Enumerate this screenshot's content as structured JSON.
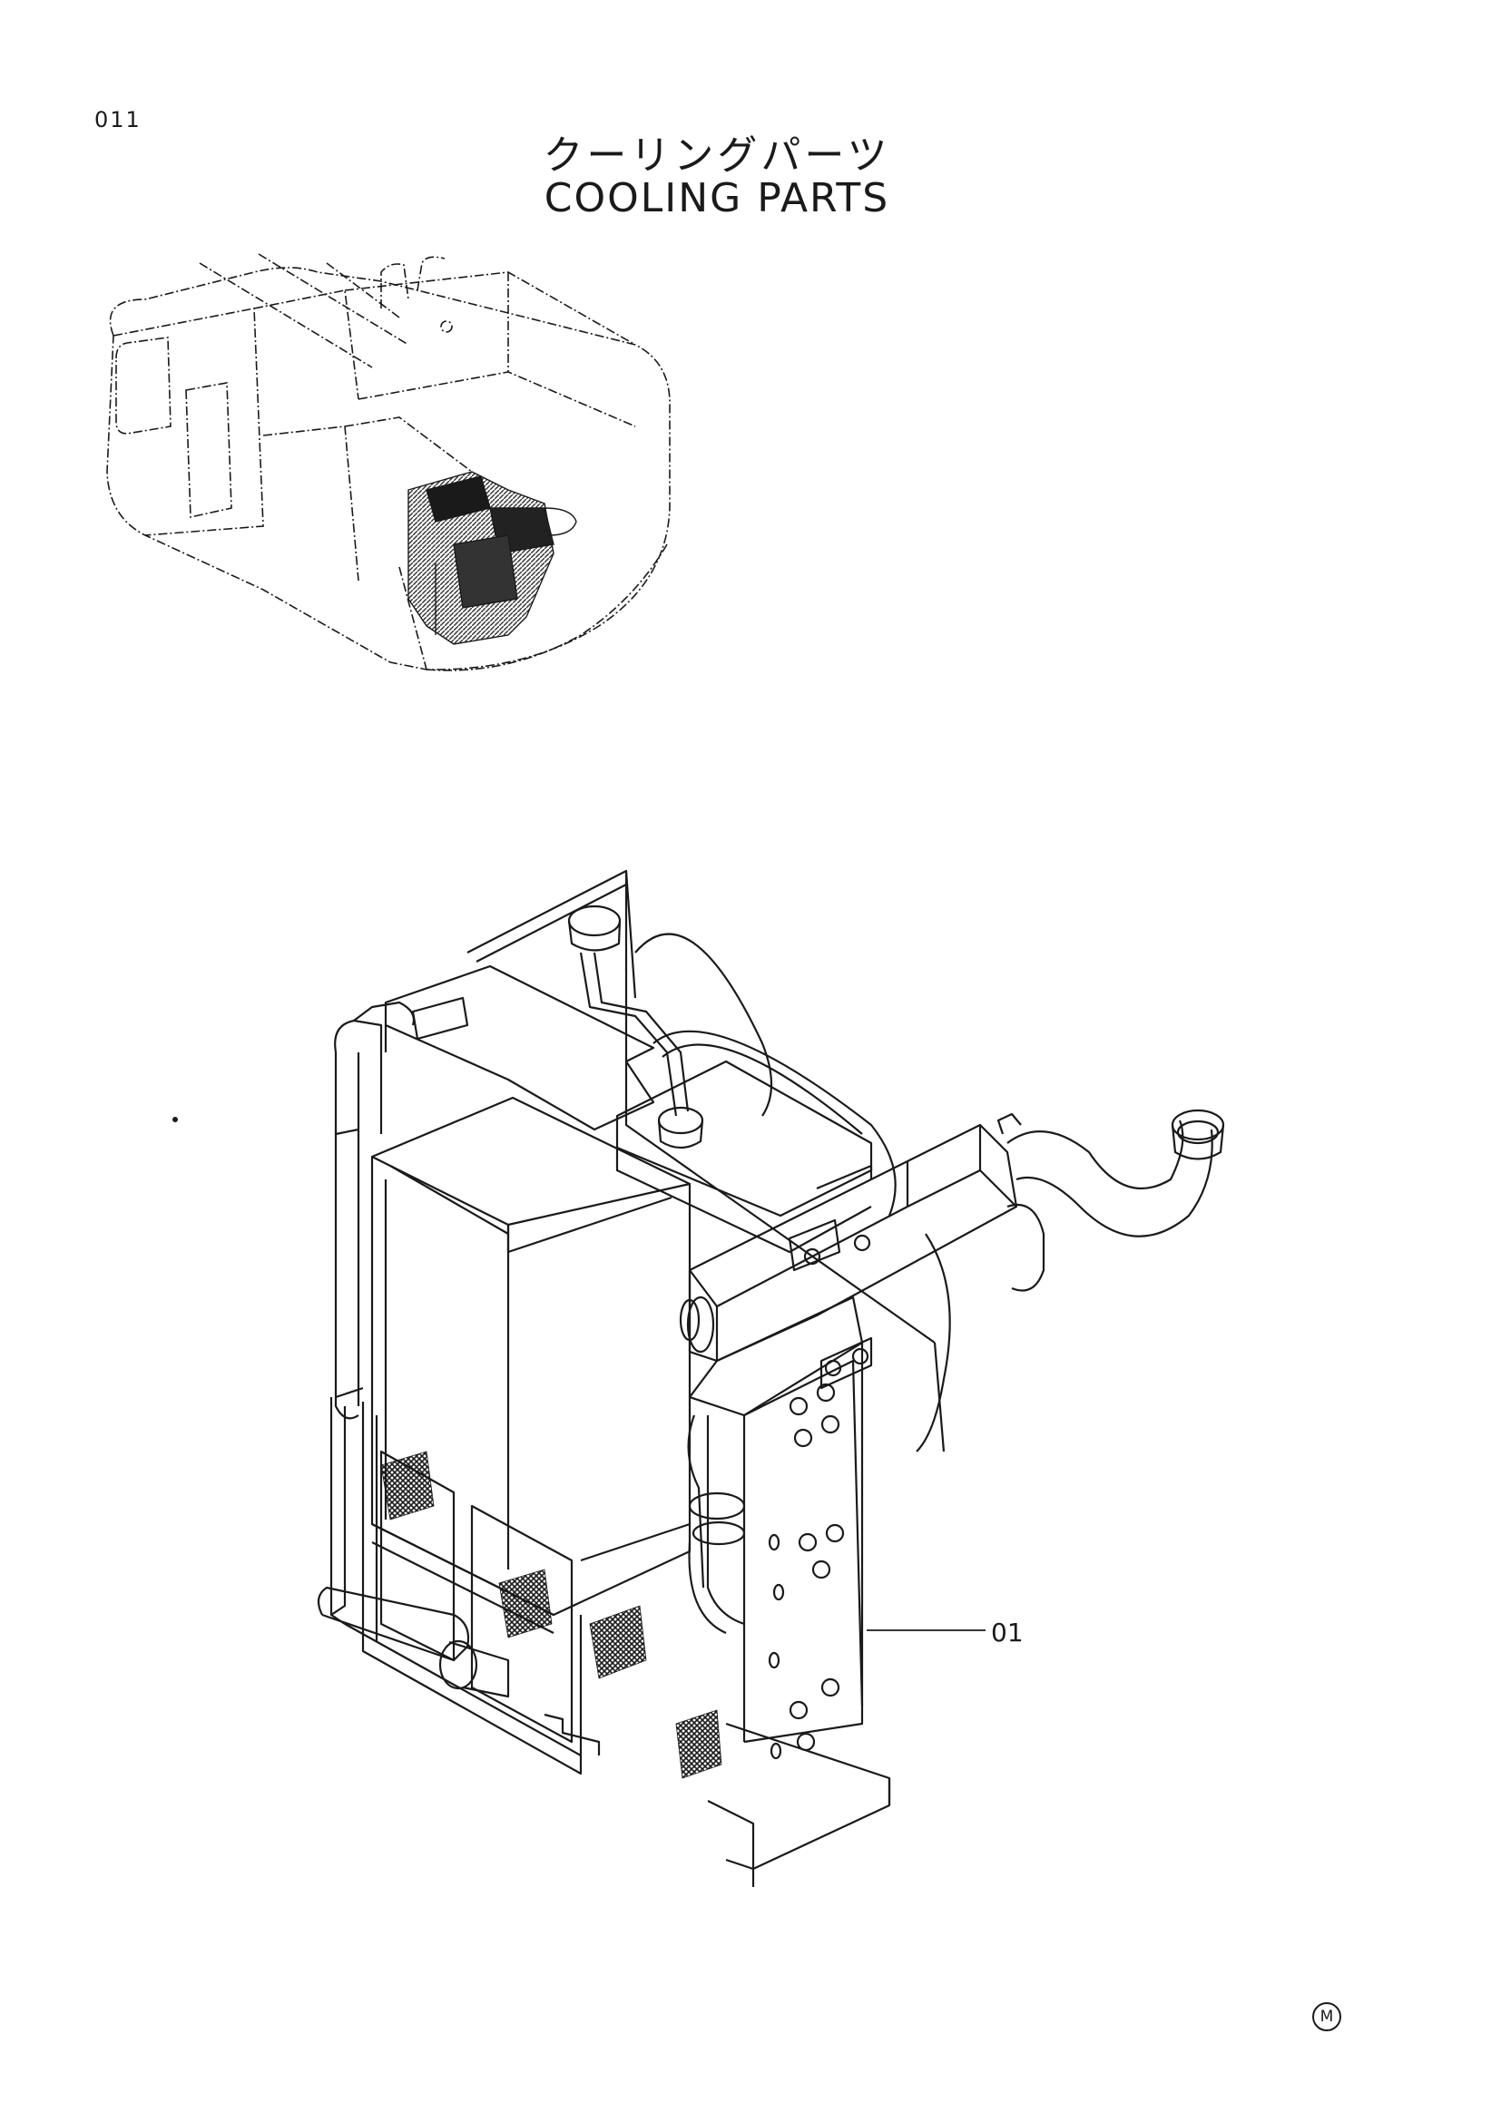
{
  "page": {
    "number": "011",
    "title_jp": "クーリングパーツ",
    "title_en": "COOLING PARTS"
  },
  "callouts": [
    {
      "label": "01"
    }
  ],
  "footer": {
    "mark": "M"
  },
  "icons": {
    "overview": "excavator-locator-icon",
    "assembly": "radiator-assembly-icon",
    "mark": "circled-m-icon"
  },
  "colors": {
    "line": "#1a1a1a",
    "highlight": "#2a2a2a",
    "background": "#ffffff"
  }
}
